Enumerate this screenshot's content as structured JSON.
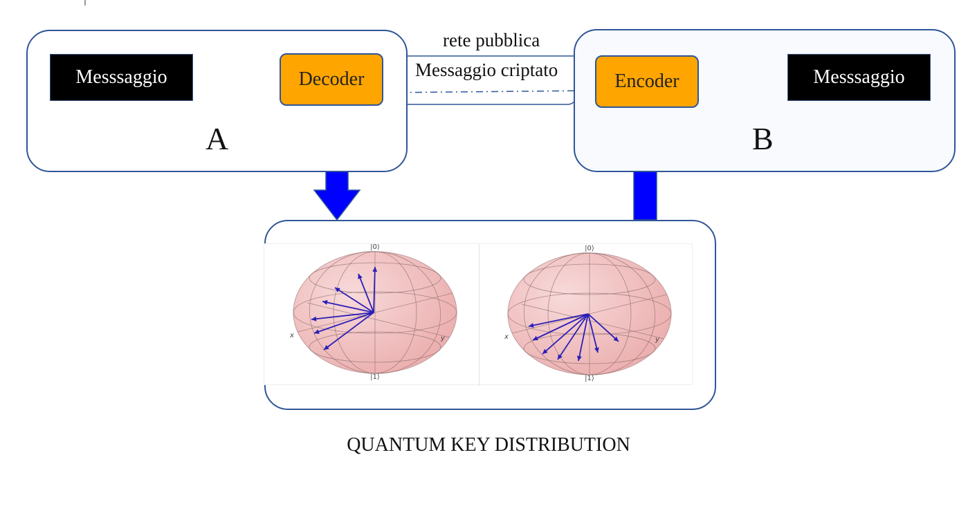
{
  "party_a": {
    "message_label": "Messsaggio",
    "decoder_label": "Decoder",
    "name": "A"
  },
  "party_b": {
    "message_label": "Messsaggio",
    "encoder_label": "Encoder",
    "name": "B"
  },
  "channel": {
    "title": "rete pubblica",
    "message_label": "Messaggio criptato"
  },
  "qkd": {
    "caption": "QUANTUM KEY DISTRIBUTION",
    "sphere_labels": {
      "top": "|0⟩",
      "bottom": "|1⟩",
      "x_axis": "x",
      "y_axis": "y"
    }
  },
  "colors": {
    "border": "#2f5597",
    "arrow": "#0000ff",
    "box_orange": "#ffa500",
    "box_black": "#000000",
    "sphere": "#f2b6b6",
    "vector": "#2a1fb8"
  }
}
